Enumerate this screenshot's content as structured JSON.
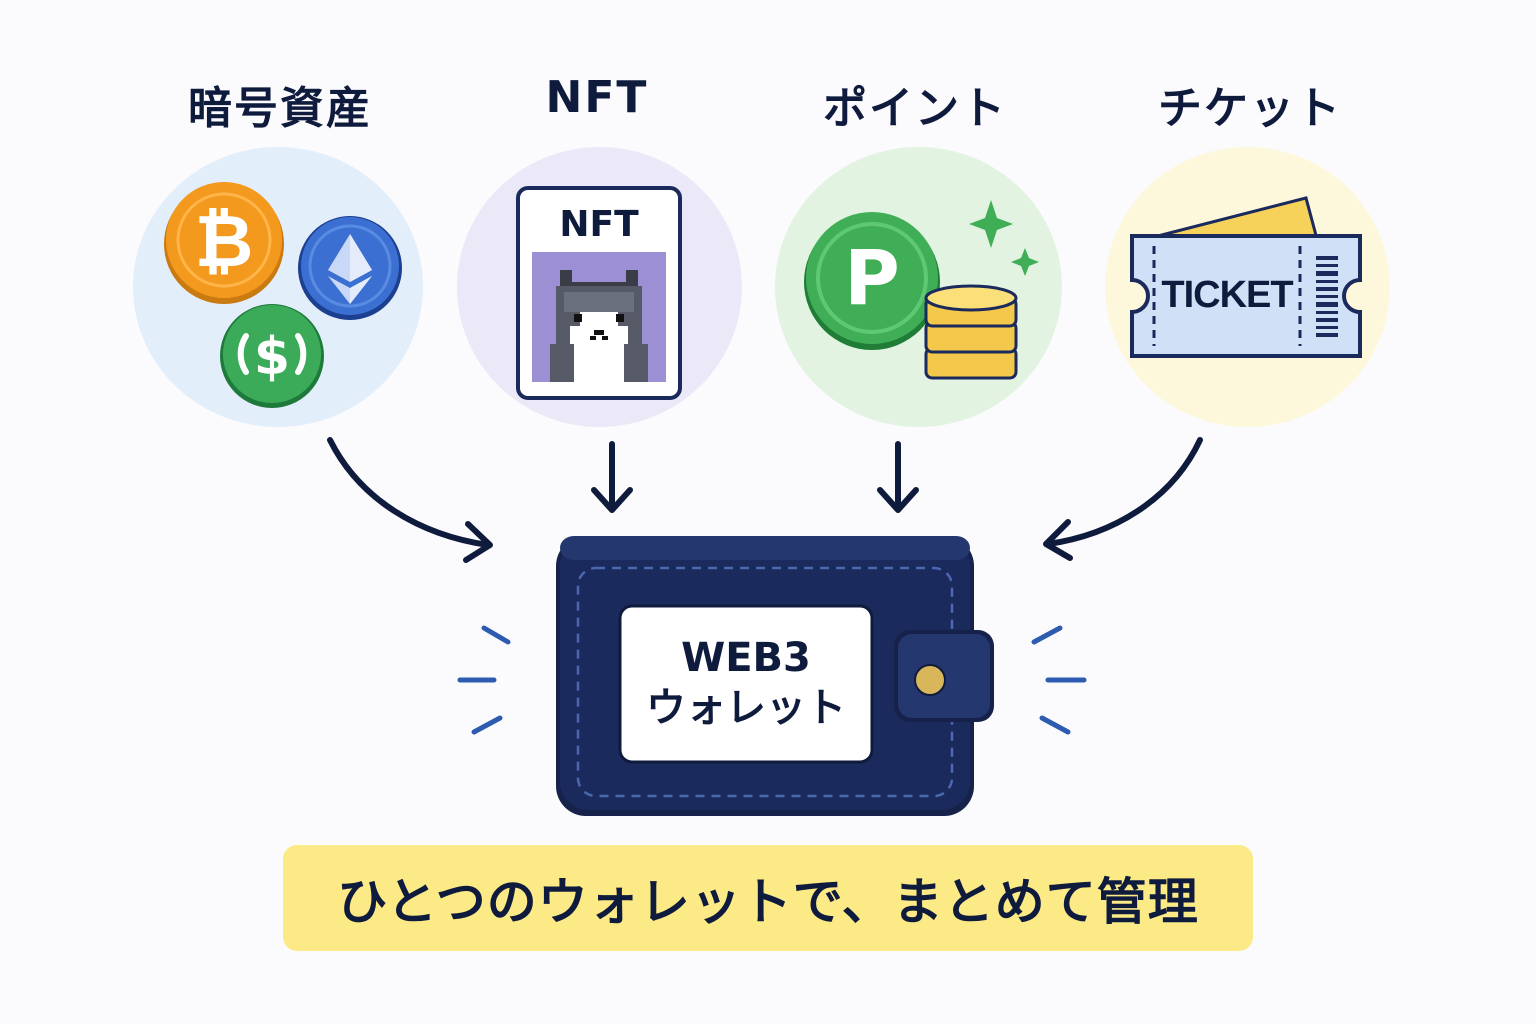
{
  "categories": {
    "crypto": "暗号資産",
    "nft": "NFT",
    "points": "ポイント",
    "tickets": "チケット"
  },
  "nft_card_label": "NFT",
  "ticket_label": "TICKET",
  "points_symbol": "P",
  "wallet": {
    "line1": "WEB3",
    "line2": "ウォレット"
  },
  "tagline": "ひとつのウォレットで、まとめて管理",
  "icons": {
    "bitcoin": "bitcoin-icon",
    "ethereum": "ethereum-icon",
    "usdc": "usdc-icon",
    "nft_cat": "pixel-cat-icon",
    "point_coin": "point-coin-icon",
    "coin_stack": "coin-stack-icon",
    "ticket": "ticket-icon",
    "wallet": "wallet-icon"
  },
  "colors": {
    "navy": "#1b2a5c",
    "bitcoin": "#f39a1e",
    "ethereum": "#3b6fd1",
    "usdc": "#3bab5a",
    "point": "#3fae56",
    "coin": "#f4c84a",
    "ticket": "#cfe0f7",
    "banner": "#fbea86"
  }
}
